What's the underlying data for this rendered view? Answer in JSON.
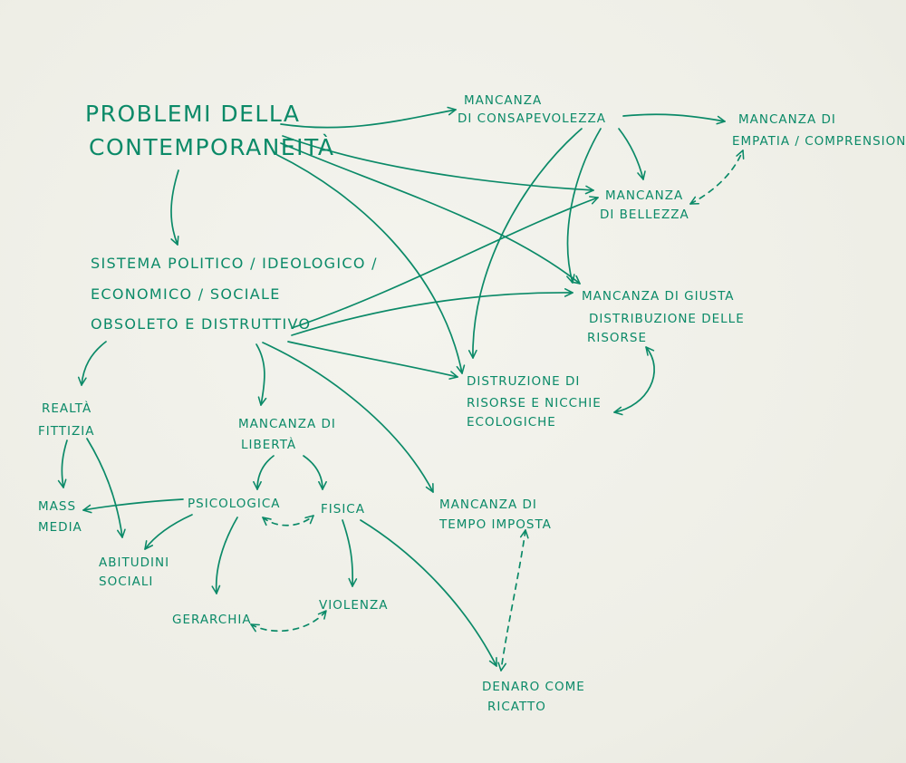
{
  "diagram": {
    "nodes": {
      "problemi": {
        "lines": [
          "PROBLEMI DELLA",
          "CONTEMPORANEITÀ"
        ]
      },
      "consapevolezza": {
        "lines": [
          "MANCANZA",
          "DI CONSAPEVOLEZZA"
        ]
      },
      "empatia": {
        "lines": [
          "MANCANZA DI",
          "EMPATIA / COMPRENSIONE"
        ]
      },
      "bellezza": {
        "lines": [
          "MANCANZA",
          "DI BELLEZZA"
        ]
      },
      "sistema": {
        "lines": [
          "SISTEMA POLITICO / IDEOLOGICO /",
          "ECONOMICO / SOCIALE",
          "OBSOLETO E DISTRUTTIVO"
        ]
      },
      "giusta": {
        "lines": [
          "MANCANZA DI GIUSTA",
          "DISTRIBUZIONE DELLE",
          "RISORSE"
        ]
      },
      "distruzione": {
        "lines": [
          "DISTRUZIONE DI",
          "RISORSE E NICCHIE",
          "ECOLOGICHE"
        ]
      },
      "realta": {
        "lines": [
          "REALTÀ",
          "FITTIZIA"
        ]
      },
      "liberta": {
        "lines": [
          "MANCANZA DI",
          "LIBERTÀ"
        ]
      },
      "tempo": {
        "lines": [
          "MANCANZA DI",
          "TEMPO IMPOSTA"
        ]
      },
      "mass": {
        "lines": [
          "MASS",
          "MEDIA"
        ]
      },
      "psicologica": {
        "lines": [
          "PSICOLOGICA"
        ]
      },
      "fisica": {
        "lines": [
          "FISICA"
        ]
      },
      "abitudini": {
        "lines": [
          "ABITUDINI",
          "SOCIALI"
        ]
      },
      "gerarchia": {
        "lines": [
          "GERARCHIA"
        ]
      },
      "violenza": {
        "lines": [
          "VIOLENZA"
        ]
      },
      "denaro": {
        "lines": [
          "DENARO COME",
          "RICATTO"
        ]
      }
    }
  }
}
